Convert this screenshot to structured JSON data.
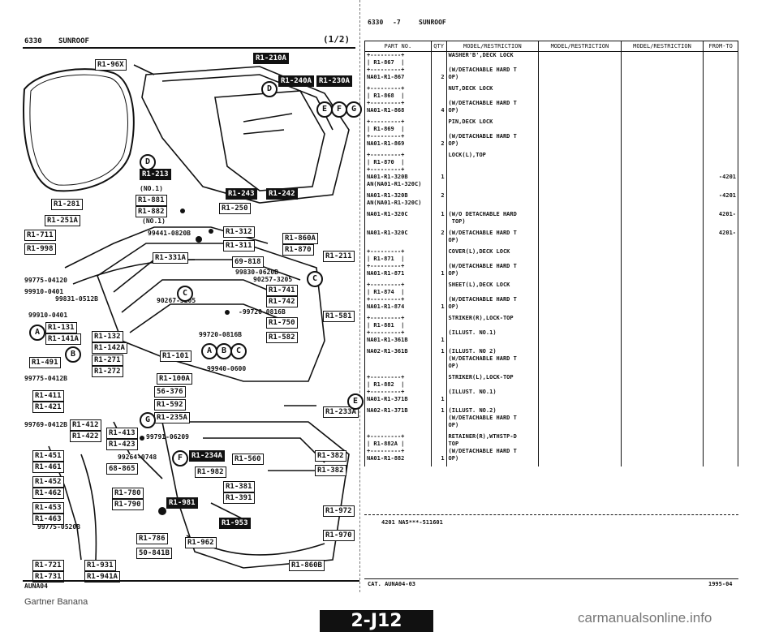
{
  "left_header": {
    "code": "6330",
    "title": "SUNROOF",
    "page": "(1/2)"
  },
  "right_header": {
    "code": "6330",
    "sub": "-7",
    "title": "SUNROOF"
  },
  "boxes": [
    {
      "id": "b1",
      "label": "R1-96X"
    },
    {
      "id": "b2",
      "label": "R1-210A"
    },
    {
      "id": "b3",
      "label": "R1-240A"
    },
    {
      "id": "b4",
      "label": "R1-230A"
    },
    {
      "id": "b5",
      "label": "R1-213"
    },
    {
      "id": "b6",
      "label": "R1-881"
    },
    {
      "id": "b7",
      "label": "R1-882"
    },
    {
      "id": "b8",
      "label": "R1-243"
    },
    {
      "id": "b9",
      "label": "R1-242"
    },
    {
      "id": "b10",
      "label": "R1-250"
    },
    {
      "id": "b11",
      "label": "R1-281"
    },
    {
      "id": "b12",
      "label": "R1-251A"
    },
    {
      "id": "b13",
      "label": "R1-711"
    },
    {
      "id": "b14",
      "label": "R1-998"
    },
    {
      "id": "b15",
      "label": "R1-312"
    },
    {
      "id": "b16",
      "label": "R1-311"
    },
    {
      "id": "b17",
      "label": "R1-860A"
    },
    {
      "id": "b18",
      "label": "R1-870"
    },
    {
      "id": "b19",
      "label": "R1-331A"
    },
    {
      "id": "b20",
      "label": "69-818"
    },
    {
      "id": "b21",
      "label": "R1-211"
    },
    {
      "id": "b22",
      "label": "R1-741"
    },
    {
      "id": "b23",
      "label": "R1-742"
    },
    {
      "id": "b24",
      "label": "R1-581"
    },
    {
      "id": "b25",
      "label": "R1-131"
    },
    {
      "id": "b26",
      "label": "R1-141A"
    },
    {
      "id": "b27",
      "label": "R1-132"
    },
    {
      "id": "b28",
      "label": "R1-142A"
    },
    {
      "id": "b29",
      "label": "R1-750"
    },
    {
      "id": "b30",
      "label": "R1-582"
    },
    {
      "id": "b31",
      "label": "R1-491"
    },
    {
      "id": "b32",
      "label": "R1-271"
    },
    {
      "id": "b33",
      "label": "R1-272"
    },
    {
      "id": "b34",
      "label": "R1-101"
    },
    {
      "id": "b35",
      "label": "R1-100A"
    },
    {
      "id": "b36",
      "label": "R1-411"
    },
    {
      "id": "b37",
      "label": "R1-421"
    },
    {
      "id": "b38",
      "label": "56-376"
    },
    {
      "id": "b39",
      "label": "R1-592"
    },
    {
      "id": "b40",
      "label": "R1-235A"
    },
    {
      "id": "b41",
      "label": "R1-233A"
    },
    {
      "id": "b42",
      "label": "R1-412"
    },
    {
      "id": "b43",
      "label": "R1-422"
    },
    {
      "id": "b44",
      "label": "R1-413"
    },
    {
      "id": "b45",
      "label": "R1-423"
    },
    {
      "id": "b46",
      "label": "R1-234A"
    },
    {
      "id": "b47",
      "label": "R1-560"
    },
    {
      "id": "b48",
      "label": "R1-382"
    },
    {
      "id": "b49",
      "label": "R1-451"
    },
    {
      "id": "b50",
      "label": "R1-461"
    },
    {
      "id": "b51",
      "label": "68-865"
    },
    {
      "id": "b52",
      "label": "R1-982"
    },
    {
      "id": "b53",
      "label": "R1-382"
    },
    {
      "id": "b54",
      "label": "R1-452"
    },
    {
      "id": "b55",
      "label": "R1-462"
    },
    {
      "id": "b56",
      "label": "R1-780"
    },
    {
      "id": "b57",
      "label": "R1-790"
    },
    {
      "id": "b58",
      "label": "R1-381"
    },
    {
      "id": "b59",
      "label": "R1-391"
    },
    {
      "id": "b60",
      "label": "R1-453"
    },
    {
      "id": "b61",
      "label": "R1-463"
    },
    {
      "id": "b62",
      "label": "R1-981"
    },
    {
      "id": "b63",
      "label": "R1-972"
    },
    {
      "id": "b64",
      "label": "R1-953"
    },
    {
      "id": "b65",
      "label": "R1-786"
    },
    {
      "id": "b66",
      "label": "R1-970"
    },
    {
      "id": "b67",
      "label": "R1-962"
    },
    {
      "id": "b68",
      "label": "50-841B"
    },
    {
      "id": "b69",
      "label": "R1-721"
    },
    {
      "id": "b70",
      "label": "R1-731"
    },
    {
      "id": "b71",
      "label": "R1-931"
    },
    {
      "id": "b72",
      "label": "R1-941A"
    },
    {
      "id": "b73",
      "label": "R1-860B"
    }
  ],
  "part_numbers": [
    {
      "id": "p1",
      "text": "(NO.1)"
    },
    {
      "id": "p2",
      "text": "99441-0820B"
    },
    {
      "id": "p3",
      "text": "(NO.1)"
    },
    {
      "id": "p4",
      "text": "99830-0620B"
    },
    {
      "id": "p5",
      "text": "90257-3205"
    },
    {
      "id": "p6",
      "text": "99775-04120"
    },
    {
      "id": "p7",
      "text": "99910-0401"
    },
    {
      "id": "p8",
      "text": "99831-0512B"
    },
    {
      "id": "p9",
      "text": "90267-3205"
    },
    {
      "id": "p10",
      "text": "99910-0401"
    },
    {
      "id": "p11",
      "text": "-99720-0816B"
    },
    {
      "id": "p12",
      "text": "99720-0816B"
    },
    {
      "id": "p13",
      "text": "99940-0600"
    },
    {
      "id": "p14",
      "text": "99775-0412B"
    },
    {
      "id": "p15",
      "text": "99769-0412B"
    },
    {
      "id": "p16",
      "text": "99791-06209"
    },
    {
      "id": "p17",
      "text": "99264-0748"
    },
    {
      "id": "p18",
      "text": "99775-0520B"
    }
  ],
  "circles": [
    {
      "id": "c1",
      "l": "D"
    },
    {
      "id": "c2",
      "l": "E"
    },
    {
      "id": "c3",
      "l": "F"
    },
    {
      "id": "c4",
      "l": "G"
    },
    {
      "id": "c5",
      "l": "D"
    },
    {
      "id": "c6",
      "l": "C"
    },
    {
      "id": "c7",
      "l": "C"
    },
    {
      "id": "c8",
      "l": "A"
    },
    {
      "id": "c9",
      "l": "B"
    },
    {
      "id": "c10",
      "l": "A"
    },
    {
      "id": "c11",
      "l": "B"
    },
    {
      "id": "c12",
      "l": "C"
    },
    {
      "id": "c13",
      "l": "E"
    },
    {
      "id": "c14",
      "l": "G"
    },
    {
      "id": "c15",
      "l": "F"
    }
  ],
  "table": {
    "headers": [
      "PART NO.",
      "QTY",
      "MODEL/RESTRICTION",
      "MODEL/RESTRICTION",
      "MODEL/RESTRICTION",
      "FROM-TO"
    ],
    "rows": [
      {
        "part": "+---------+\n| R1-867  |\n+---------+\nNA01-R1-867",
        "qty": "\n\n\n2",
        "desc": "WASHER'B',DECK LOCK\n\n(W/DETACHABLE HARD T\nOP)",
        "from": ""
      },
      {
        "part": "+---------+\n| R1-868  |\n+---------+\nNA01-R1-868",
        "qty": "\n\n\n4",
        "desc": "NUT,DECK LOCK\n\n(W/DETACHABLE HARD T\nOP)",
        "from": ""
      },
      {
        "part": "+---------+\n| R1-869  |\n+---------+\nNA01-R1-869",
        "qty": "\n\n\n2",
        "desc": "PIN,DECK LOCK\n\n(W/DETACHABLE HARD T\nOP)",
        "from": ""
      },
      {
        "part": "+---------+\n| R1-870  |\n+---------+\nNA01-R1-320B\nAN(NA01-R1-320C)",
        "qty": "\n\n\n1",
        "desc": "LOCK(L),TOP",
        "from": "\n\n\n-4201"
      },
      {
        "part": "NA01-R1-320B\nAN(NA01-R1-320C)",
        "qty": "2",
        "desc": "",
        "from": "-4201"
      },
      {
        "part": "NA01-R1-320C",
        "qty": "1",
        "desc": "(W/O DETACHABLE HARD\n TOP)",
        "from": "4201-"
      },
      {
        "part": "NA01-R1-320C",
        "qty": "2",
        "desc": "(W/DETACHABLE HARD T\nOP)",
        "from": "4201-"
      },
      {
        "part": "+---------+\n| R1-871  |\n+---------+\nNA01-R1-871",
        "qty": "\n\n\n1",
        "desc": "COVER(L),DECK LOCK\n\n(W/DETACHABLE HARD T\nOP)",
        "from": ""
      },
      {
        "part": "+---------+\n| R1-874  |\n+---------+\nNA01-R1-874",
        "qty": "\n\n\n1",
        "desc": "SHEET(L),DECK LOCK\n\n(W/DETACHABLE HARD T\nOP)",
        "from": ""
      },
      {
        "part": "+---------+\n| R1-881  |\n+---------+\nNA01-R1-361B",
        "qty": "\n\n\n1",
        "desc": "STRIKER(R),LOCK-TOP\n\n(ILLUST. NO.1)",
        "from": ""
      },
      {
        "part": "NA02-R1-361B",
        "qty": "1",
        "desc": "(ILLUST. NO 2)\n(W/DETACHABLE HARD T\nOP)",
        "from": ""
      },
      {
        "part": "+---------+\n| R1-882  |\n+---------+\nNA01-R1-371B",
        "qty": "\n\n\n1",
        "desc": "STRIKER(L),LOCK-TOP\n\n(ILLUST. NO.1)",
        "from": ""
      },
      {
        "part": "NA02-R1-371B",
        "qty": "1",
        "desc": "(ILLUST. NO.2)\n(W/DETACHABLE HARD T\nOP)",
        "from": ""
      },
      {
        "part": "+---------+\n| R1-882A |\n+---------+\nNA01-R1-882",
        "qty": "\n\n\n1",
        "desc": "RETAINER(R),WTHSTP-D\nTOP\n(W/DETACHABLE HARD T\nOP)",
        "from": ""
      }
    ],
    "footnote": "4201 NA5***-511601"
  },
  "footer": {
    "left_code": "AUNA04",
    "cat": "CAT. AUNA04-03",
    "date": "1995-04",
    "banner": "2-J12",
    "watermark_left": "Gartner Banana",
    "watermark_right": "carmanualsonline.info"
  }
}
